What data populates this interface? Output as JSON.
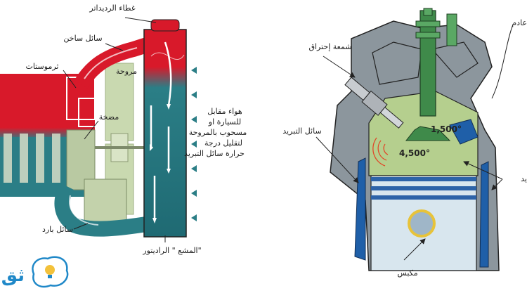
{
  "colors": {
    "hot": "#d8192a",
    "cold": "#2b7e86",
    "cold_dark": "#1f6a73",
    "coolant_blue": "#1f5fa8",
    "engine_gray": "#8c969d",
    "chamber_green": "#b5cf8e",
    "valve_green": "#3f8a4a",
    "fan_green": "#c9d9b0",
    "piston_light": "#d8e6ee",
    "ring_blue": "#2d63a8",
    "pin_yellow": "#e7c33a",
    "spark_red": "#e04a2a"
  },
  "left_diagram": {
    "labels": {
      "radiator_cap": "غطاء الرديداتر",
      "hot_liquid": "سائل ساخن",
      "thermostat": "ثرموستات",
      "fan": "مروحة",
      "pump": "مضخة",
      "air_note_1": "هواء مقابل",
      "air_note_2": "للسيارة او",
      "air_note_3": "مسحوب بالمروحة",
      "air_note_4": "لتقليل درجة",
      "air_note_5": "حرارة سائل التبريد",
      "cold_liquid": "سائل بارد",
      "radiator": "المشع \" الراديتور\""
    }
  },
  "right_diagram": {
    "labels": {
      "spark_plug": "شمعة إحتراق",
      "coolant": "سائل التبريد",
      "exhaust_partial": "عادم",
      "coolant_partial": "يد",
      "piston": "مكبس"
    },
    "temperatures": {
      "exhaust": "1,500°",
      "combustion": "4,500°"
    }
  },
  "watermark": {
    "text": "ثق"
  }
}
